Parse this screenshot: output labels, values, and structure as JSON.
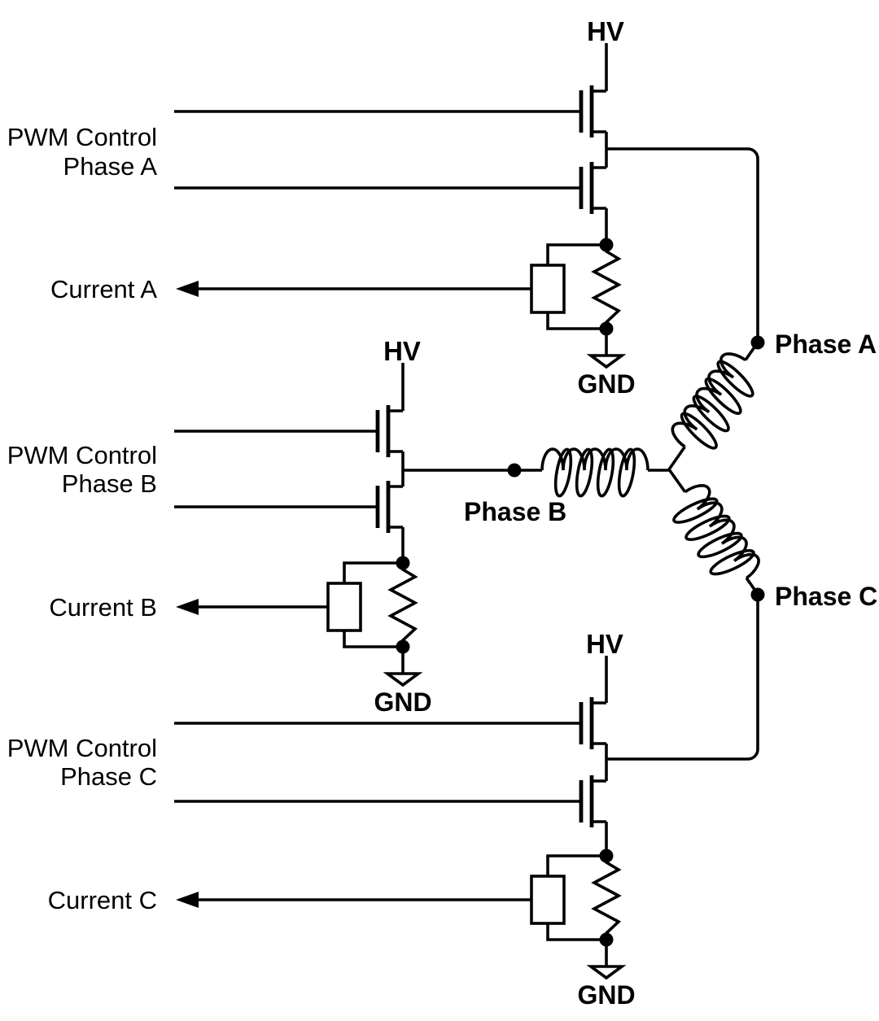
{
  "colors": {
    "ink": "#000000",
    "background": "#ffffff"
  },
  "phases": {
    "a": {
      "hv_label": "HV",
      "pwm_label_line1": "PWM Control",
      "pwm_label_line2": "Phase A",
      "current_label": "Current A",
      "gnd_label": "GND",
      "node_label": "Phase A"
    },
    "b": {
      "hv_label": "HV",
      "pwm_label_line1": "PWM Control",
      "pwm_label_line2": "Phase B",
      "current_label": "Current B",
      "gnd_label": "GND",
      "node_label": "Phase B"
    },
    "c": {
      "hv_label": "HV",
      "pwm_label_line1": "PWM Control",
      "pwm_label_line2": "Phase C",
      "current_label": "Current C",
      "gnd_label": "GND",
      "node_label": "Phase C"
    }
  }
}
